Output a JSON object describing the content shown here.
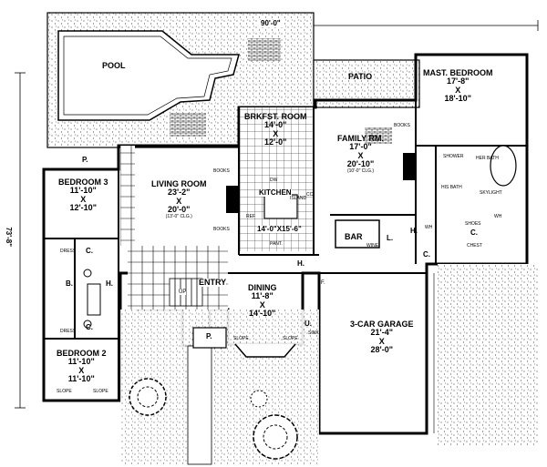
{
  "overall": {
    "width": "90'-0\"",
    "depth": "73'-8\""
  },
  "outdoor": {
    "pool": "POOL",
    "patio": "PATIO"
  },
  "rooms": {
    "master_bedroom": {
      "name": "MAST. BEDROOM",
      "dim1": "17'-8\"",
      "x": "X",
      "dim2": "18'-10\""
    },
    "breakfast": {
      "name": "BRKFST. ROOM",
      "dim1": "14'-0\"",
      "x": "X",
      "dim2": "12'-0\""
    },
    "family": {
      "name": "FAMILY RM.",
      "dim1": "17'-0\"",
      "x": "X",
      "dim2": "20'-10\"",
      "ceiling": "(10'-0\" CLG.)"
    },
    "bedroom3": {
      "name": "BEDROOM 3",
      "dim1": "11'-10\"",
      "x": "X",
      "dim2": "12'-10\""
    },
    "living": {
      "name": "LIVING ROOM",
      "dim1": "23'-2\"",
      "x": "X",
      "dim2": "20'-0\"",
      "ceiling": "(13'-0\" CLG.)"
    },
    "kitchen": {
      "name": "KITCHEN",
      "island": "ISLAND",
      "dim": "14'-0\"X15'-6\""
    },
    "dining": {
      "name": "DINING",
      "dim1": "11'-8\"",
      "x": "X",
      "dim2": "14'-10\""
    },
    "garage": {
      "name": "3-CAR GARAGE",
      "dim1": "21'-4\"",
      "x": "X",
      "dim2": "28'-0\""
    },
    "bedroom2": {
      "name": "BEDROOM 2",
      "dim1": "11'-10\"",
      "x": "X",
      "dim2": "11'-10\""
    },
    "bar": {
      "name": "BAR",
      "wine": "WINE"
    }
  },
  "small_labels": {
    "p_top": "P.",
    "p_bottom": "P.",
    "c_bed3": "C.",
    "b_bath": "B.",
    "h_hall_left": "H.",
    "c_bed2": "C.",
    "entry": "ENTRY",
    "up": "UP",
    "h_hall_mid": "H.",
    "h_hall_right": "H.",
    "l_laundry": "L.",
    "c_closet": "C.",
    "c_master": "C.",
    "u_utility": "U.",
    "f_furnace": "F.",
    "wh": "WH",
    "books_living": "BOOKS",
    "books_living2": "BOOKS",
    "books_family": "BOOKS",
    "dw": "DW",
    "pant": "PANT.",
    "ref": "REF",
    "wh_master": "WH",
    "cc": "CC"
  },
  "bath_labels": {
    "shower": "SHOWER",
    "her_bath": "HER BATH",
    "his_bath": "HIS BATH",
    "skylight": "SKYLIGHT",
    "shoes": "SHOES",
    "chest": "CHEST",
    "dress_top": "DRESS",
    "dress_bottom": "DRESS",
    "sink": "SINK"
  },
  "slope_labels": {
    "s1": "SLOPE",
    "s2": "SLOPE",
    "s3": "SLOPE",
    "s4": "SLOPE"
  }
}
